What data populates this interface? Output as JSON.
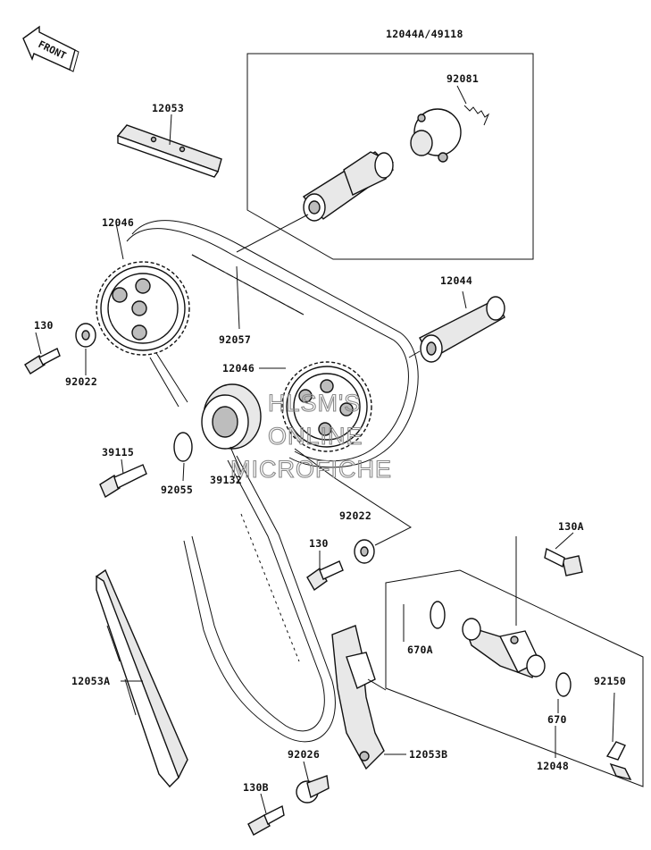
{
  "diagram": {
    "front_tag": "FRONT",
    "watermark": [
      "HLSM'S",
      "ONLINE",
      "MICROFICHE"
    ],
    "labels": [
      {
        "id": "lbl-12044a-49118",
        "text": "12044A/49118"
      },
      {
        "id": "lbl-92081",
        "text": "92081"
      },
      {
        "id": "lbl-12053",
        "text": "12053"
      },
      {
        "id": "lbl-12046-top",
        "text": "12046"
      },
      {
        "id": "lbl-92057",
        "text": "92057"
      },
      {
        "id": "lbl-12044",
        "text": "12044"
      },
      {
        "id": "lbl-130-top",
        "text": "130"
      },
      {
        "id": "lbl-92022-left",
        "text": "92022"
      },
      {
        "id": "lbl-12046-mid",
        "text": "12046"
      },
      {
        "id": "lbl-39115",
        "text": "39115"
      },
      {
        "id": "lbl-92055",
        "text": "92055"
      },
      {
        "id": "lbl-39132",
        "text": "39132"
      },
      {
        "id": "lbl-92022-right",
        "text": "92022"
      },
      {
        "id": "lbl-130-mid",
        "text": "130"
      },
      {
        "id": "lbl-130a",
        "text": "130A"
      },
      {
        "id": "lbl-670a",
        "text": "670A"
      },
      {
        "id": "lbl-12053a",
        "text": "12053A"
      },
      {
        "id": "lbl-92150",
        "text": "92150"
      },
      {
        "id": "lbl-670",
        "text": "670"
      },
      {
        "id": "lbl-92026",
        "text": "92026"
      },
      {
        "id": "lbl-12053b",
        "text": "12053B"
      },
      {
        "id": "lbl-12048",
        "text": "12048"
      },
      {
        "id": "lbl-130b",
        "text": "130B"
      }
    ]
  }
}
